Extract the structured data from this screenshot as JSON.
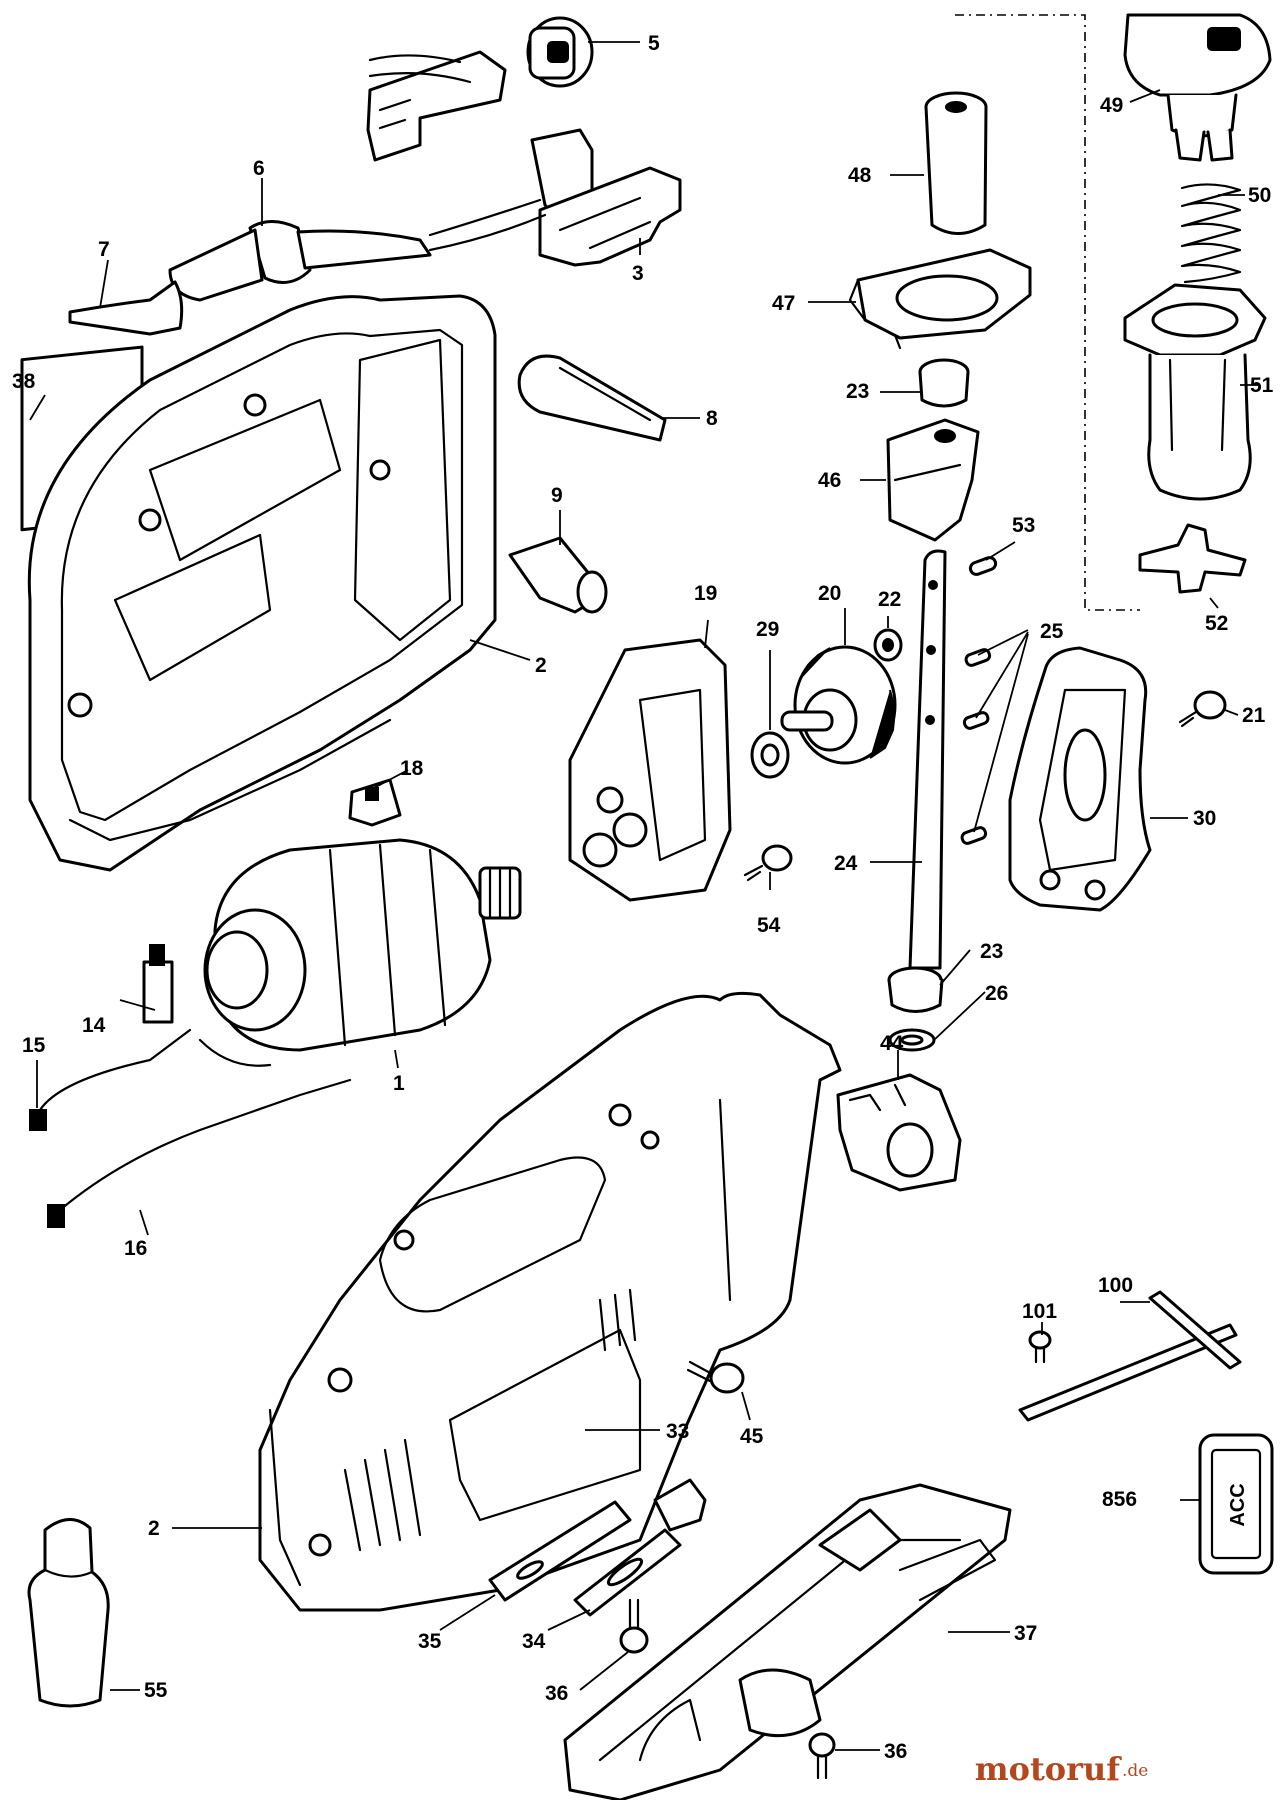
{
  "callouts": [
    {
      "id": "c5",
      "text": "5"
    },
    {
      "id": "c6",
      "text": "6"
    },
    {
      "id": "c7",
      "text": "7"
    },
    {
      "id": "c3",
      "text": "3"
    },
    {
      "id": "c38",
      "text": "38"
    },
    {
      "id": "c8",
      "text": "8"
    },
    {
      "id": "c9",
      "text": "9"
    },
    {
      "id": "c2a",
      "text": "2"
    },
    {
      "id": "c18",
      "text": "18"
    },
    {
      "id": "c1",
      "text": "1"
    },
    {
      "id": "c14",
      "text": "14"
    },
    {
      "id": "c15",
      "text": "15"
    },
    {
      "id": "c16",
      "text": "16"
    },
    {
      "id": "c19",
      "text": "19"
    },
    {
      "id": "c29",
      "text": "29"
    },
    {
      "id": "c20",
      "text": "20"
    },
    {
      "id": "c22",
      "text": "22"
    },
    {
      "id": "c54",
      "text": "54"
    },
    {
      "id": "c48",
      "text": "48"
    },
    {
      "id": "c47",
      "text": "47"
    },
    {
      "id": "c23a",
      "text": "23"
    },
    {
      "id": "c46",
      "text": "46"
    },
    {
      "id": "c53",
      "text": "53"
    },
    {
      "id": "c25",
      "text": "25"
    },
    {
      "id": "c24",
      "text": "24"
    },
    {
      "id": "c23b",
      "text": "23"
    },
    {
      "id": "c26",
      "text": "26"
    },
    {
      "id": "c44",
      "text": "44"
    },
    {
      "id": "c49",
      "text": "49"
    },
    {
      "id": "c50",
      "text": "50"
    },
    {
      "id": "c51",
      "text": "51"
    },
    {
      "id": "c52",
      "text": "52"
    },
    {
      "id": "c21",
      "text": "21"
    },
    {
      "id": "c30",
      "text": "30"
    },
    {
      "id": "c101",
      "text": "101"
    },
    {
      "id": "c100",
      "text": "100"
    },
    {
      "id": "c856",
      "text": "856"
    },
    {
      "id": "c33",
      "text": "33"
    },
    {
      "id": "c45",
      "text": "45"
    },
    {
      "id": "c2b",
      "text": "2"
    },
    {
      "id": "c55",
      "text": "55"
    },
    {
      "id": "c35",
      "text": "35"
    },
    {
      "id": "c34",
      "text": "34"
    },
    {
      "id": "c36a",
      "text": "36"
    },
    {
      "id": "c37",
      "text": "37"
    },
    {
      "id": "c36b",
      "text": "36"
    }
  ],
  "acc_label": {
    "line1": "ACC"
  },
  "watermark": {
    "brand": "motoruf",
    "suffix": ".de"
  }
}
